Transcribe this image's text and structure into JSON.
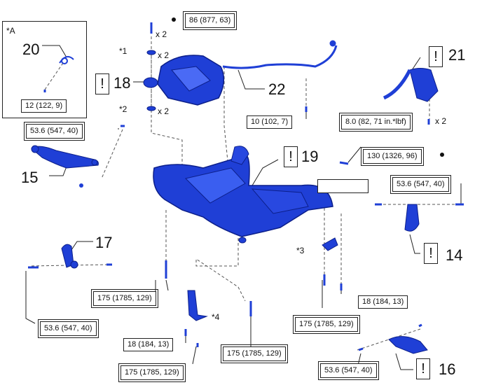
{
  "colors": {
    "part": "#1f3fd6",
    "part_dark": "#0c1f8a",
    "line": "#222222",
    "leader": "#555555"
  },
  "inset": {
    "label": "*A",
    "part_number": "20",
    "torque": "12 (122, 9)"
  },
  "callouts": {
    "n14": "14",
    "n15": "15",
    "n16": "16",
    "n17": "17",
    "n18": "18",
    "n19": "19",
    "n21": "21",
    "n22": "22"
  },
  "notes": {
    "star1": "*1",
    "star2": "*2",
    "star3": "*3",
    "star4": "*4",
    "x2": "x 2"
  },
  "bang": "!",
  "torques": {
    "t86": "86 (877, 63)",
    "t10": "10 (102, 7)",
    "t8": "8.0 (82, 71 in.*lbf)",
    "t130": "130 (1326, 96)",
    "t53_left_top": "53.6 (547, 40)",
    "t53_right": "53.6 (547, 40)",
    "t53_left_bottom": "53.6 (547, 40)",
    "t53_bottom_right": "53.6 (547, 40)",
    "t175_a": "175 (1785, 129)",
    "t175_b": "175 (1785, 129)",
    "t175_c": "175 (1785, 129)",
    "t175_d": "175 (1785, 129)",
    "t18_a": "18 (184, 13)",
    "t18_b": "18 (184, 13)"
  },
  "icons": [
    "caution-icon",
    "bullet-icon"
  ]
}
